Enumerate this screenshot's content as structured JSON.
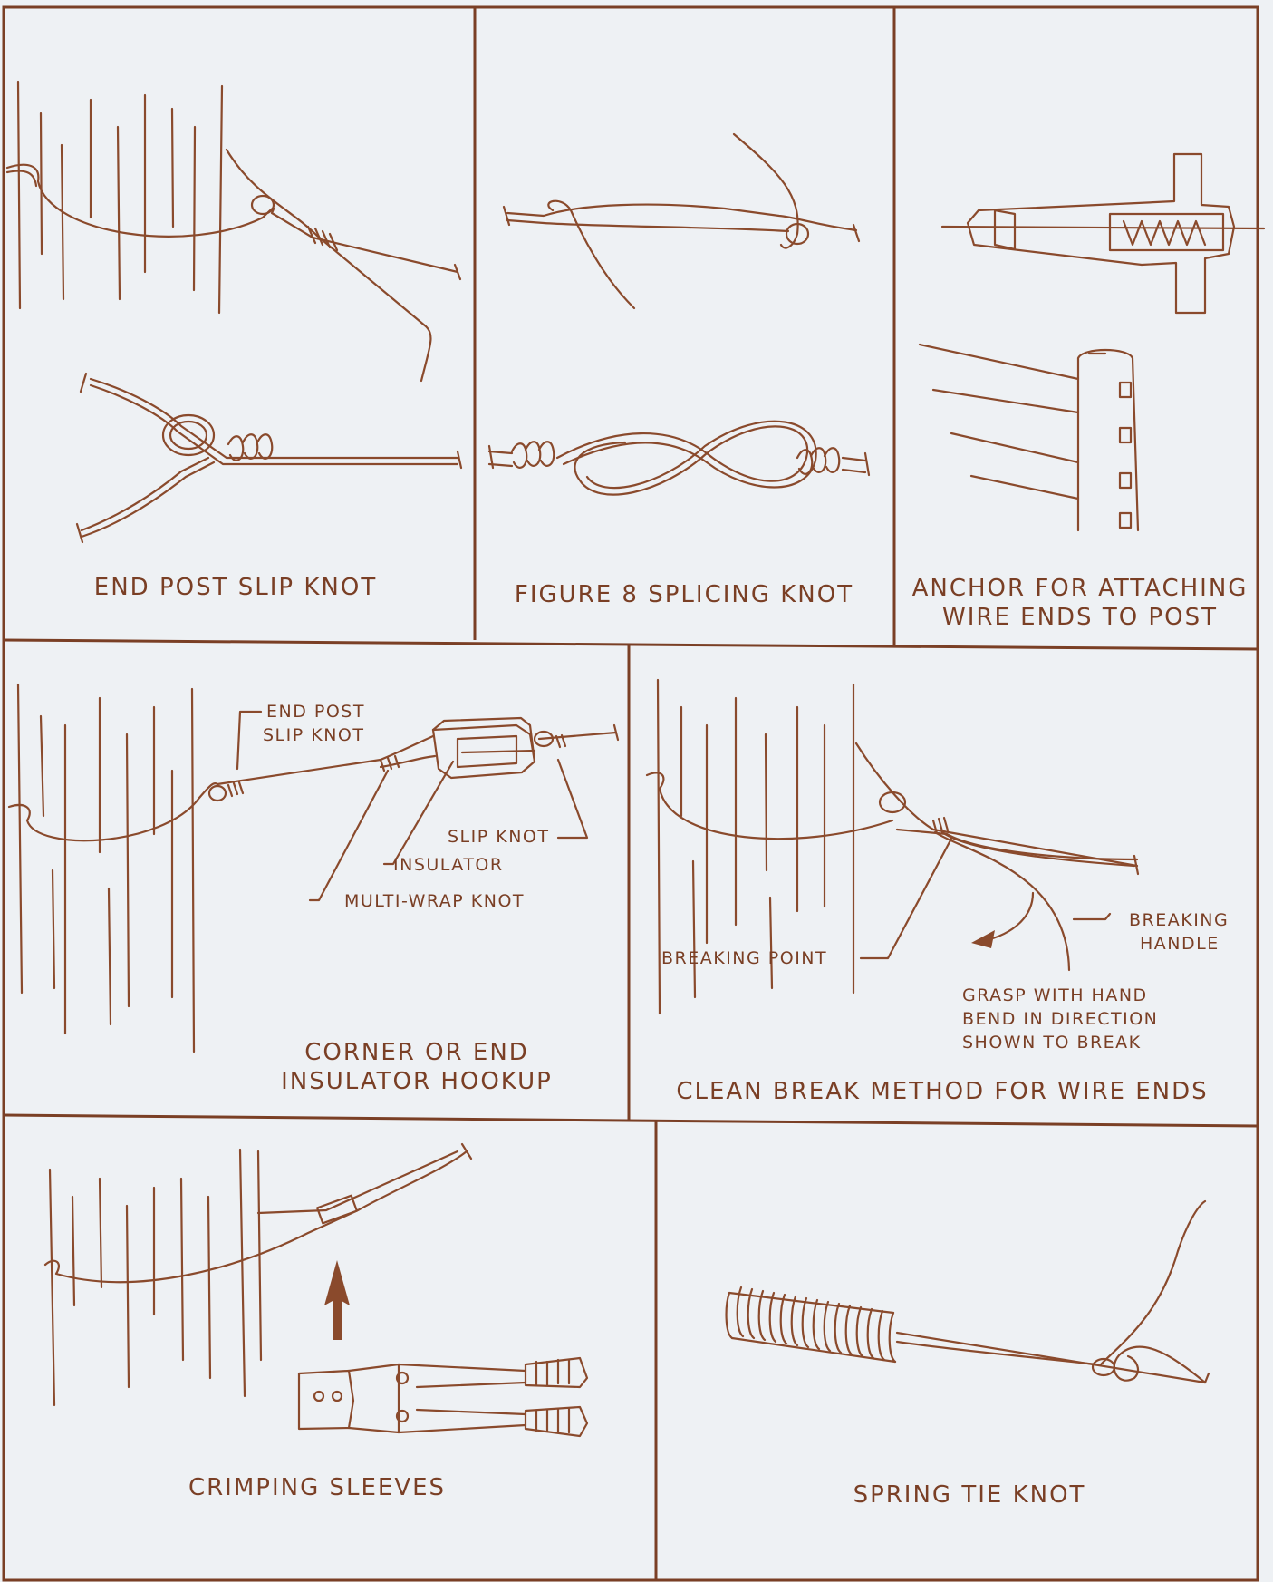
{
  "captions": {
    "end_post_slip_knot": "END POST SLIP KNOT",
    "figure8_splicing_knot": "FIGURE 8 SPLICING KNOT",
    "anchor_line1": "ANCHOR FOR ATTACHING",
    "anchor_line2": "WIRE ENDS TO POST",
    "corner_line1": "CORNER OR END",
    "corner_line2": "INSULATOR HOOKUP",
    "clean_break": "CLEAN BREAK METHOD FOR WIRE ENDS",
    "crimping_sleeves": "CRIMPING SLEEVES",
    "spring_tie_knot": "SPRING TIE KNOT"
  },
  "callouts": {
    "end_post_line1": "END POST",
    "end_post_line2": "SLIP KNOT",
    "slip_knot": "SLIP KNOT",
    "insulator": "INSULATOR",
    "multi_wrap_knot": "MULTI-WRAP KNOT",
    "breaking_point": "BREAKING POINT",
    "breaking_handle_line1": "BREAKING",
    "breaking_handle_line2": "HANDLE",
    "grasp_line1": "GRASP WITH HAND",
    "grasp_line2": "BEND IN DIRECTION",
    "grasp_line3": "SHOWN TO BREAK"
  },
  "colors": {
    "ink": "#7a3f25",
    "paper": "#eef1f4"
  }
}
